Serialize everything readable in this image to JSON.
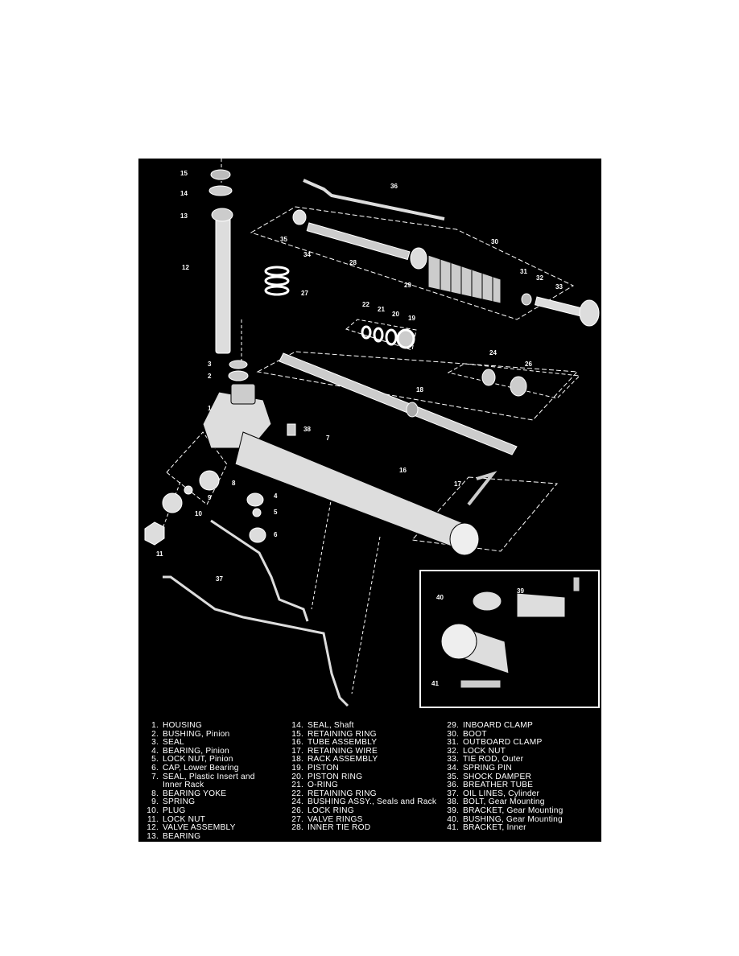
{
  "diagram": {
    "callouts": [
      "15",
      "14",
      "13",
      "12",
      "27",
      "36",
      "35",
      "34",
      "28",
      "30",
      "29",
      "31",
      "32",
      "33",
      "22",
      "21",
      "20",
      "19",
      "24",
      "26",
      "18",
      "3",
      "2",
      "1",
      "38",
      "7",
      "16",
      "17",
      "8",
      "9",
      "10",
      "11",
      "4",
      "5",
      "6",
      "37",
      "39",
      "40",
      "41"
    ],
    "legend": {
      "col1": [
        {
          "num": "1.",
          "text": "HOUSING"
        },
        {
          "num": "2.",
          "text": "BUSHING, Pinion"
        },
        {
          "num": "3.",
          "text": "SEAL"
        },
        {
          "num": "4.",
          "text": "BEARING, Pinion"
        },
        {
          "num": "5.",
          "text": "LOCK NUT, Pinion"
        },
        {
          "num": "6.",
          "text": "CAP, Lower Bearing"
        },
        {
          "num": "7.",
          "text": "SEAL, Plastic Insert and"
        },
        {
          "num": "",
          "text": "Inner Rack"
        },
        {
          "num": "8.",
          "text": "BEARING YOKE"
        },
        {
          "num": "9.",
          "text": "SPRING"
        },
        {
          "num": "10.",
          "text": "PLUG"
        },
        {
          "num": "11.",
          "text": "LOCK NUT"
        },
        {
          "num": "12.",
          "text": "VALVE ASSEMBLY"
        },
        {
          "num": "13.",
          "text": "BEARING"
        }
      ],
      "col2": [
        {
          "num": "14.",
          "text": "SEAL, Shaft"
        },
        {
          "num": "15.",
          "text": "RETAINING RING"
        },
        {
          "num": "16.",
          "text": "TUBE ASSEMBLY"
        },
        {
          "num": "17.",
          "text": "RETAINING WIRE"
        },
        {
          "num": "18.",
          "text": "RACK ASSEMBLY"
        },
        {
          "num": "19.",
          "text": "PISTON"
        },
        {
          "num": "20.",
          "text": "PISTON RING"
        },
        {
          "num": "21.",
          "text": "O-RING"
        },
        {
          "num": "22.",
          "text": "RETAINING RING"
        },
        {
          "num": "24.",
          "text": "BUSHING ASSY., Seals and Rack"
        },
        {
          "num": "26.",
          "text": "LOCK RING"
        },
        {
          "num": "27.",
          "text": "VALVE RINGS"
        },
        {
          "num": "28.",
          "text": "INNER TIE ROD"
        }
      ],
      "col3": [
        {
          "num": "29.",
          "text": "INBOARD CLAMP"
        },
        {
          "num": "30.",
          "text": "BOOT"
        },
        {
          "num": "31.",
          "text": "OUTBOARD CLAMP"
        },
        {
          "num": "32.",
          "text": "LOCK NUT"
        },
        {
          "num": "33.",
          "text": "TIE ROD, Outer"
        },
        {
          "num": "34.",
          "text": "SPRING PIN"
        },
        {
          "num": "35.",
          "text": "SHOCK DAMPER"
        },
        {
          "num": "36.",
          "text": "BREATHER TUBE"
        },
        {
          "num": "37.",
          "text": "OIL LINES, Cylinder"
        },
        {
          "num": "38.",
          "text": "BOLT, Gear Mounting"
        },
        {
          "num": "39.",
          "text": "BRACKET, Gear Mounting"
        },
        {
          "num": "40.",
          "text": "BUSHING, Gear Mounting"
        },
        {
          "num": "41.",
          "text": "BRACKET, Inner"
        }
      ]
    }
  }
}
